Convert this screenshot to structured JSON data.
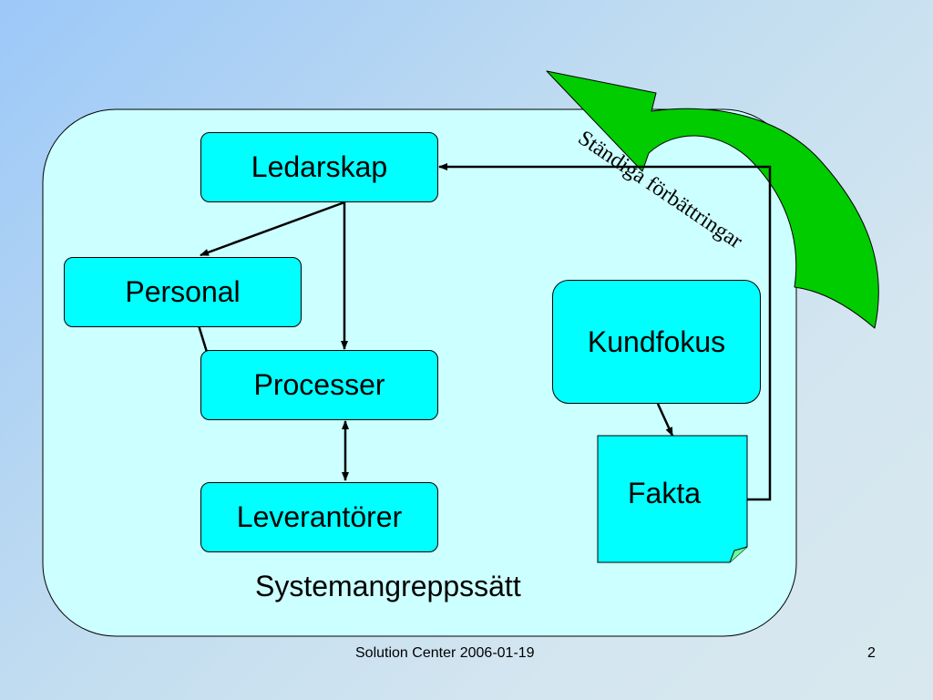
{
  "diagram": {
    "nodes": {
      "ledarskap": "Ledarskap",
      "personal": "Personal",
      "processer": "Processer",
      "leverantorer": "Leverantörer",
      "kundfokus": "Kundfokus",
      "fakta": "Fakta"
    },
    "container_label": "Systemangreppssätt",
    "curved_arrow_label": "Ständiga förbättringar",
    "colors": {
      "node_fill": "#00ffff",
      "container_fill": "#ccffff",
      "arrow_fill": "#00cc00",
      "line": "#000000"
    }
  },
  "footer": {
    "center_text": "Solution Center 2006-01-19",
    "page_number": "2"
  }
}
